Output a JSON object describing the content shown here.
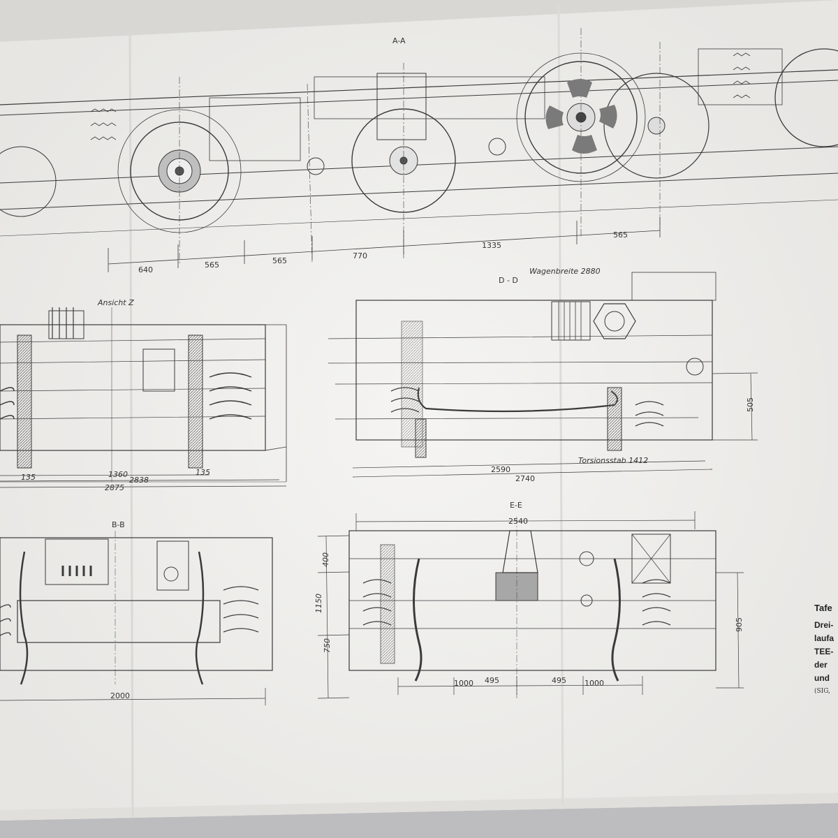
{
  "colors": {
    "paper": "#f2f1ef",
    "paper_shadow": "#e4e3e1",
    "ink": "#3a3a3a",
    "hatch": "#7b7b7b",
    "background": "#bdbdbf"
  },
  "sections": {
    "aa": "A-A",
    "dd": "D - D",
    "ee": "E-E",
    "bb": "B-B",
    "ansicht": "Ansicht Z"
  },
  "labels": {
    "wagenbreite": "Wagenbreite 2880",
    "torsion": "Torsionsstab 1412"
  },
  "dims": {
    "top": [
      "640",
      "565",
      "565",
      "770",
      "1335",
      "565"
    ],
    "left_mid": [
      "135",
      "1360",
      "135",
      "2838",
      "2875"
    ],
    "mid_right": [
      "2590",
      "2740"
    ],
    "vert_505": "505",
    "bottom_left": "2000",
    "bottom_right_top": "2540",
    "bottom_right_row": [
      "1000",
      "495",
      "495",
      "1000"
    ],
    "bottom_vert_left": [
      "400",
      "1150",
      "750"
    ],
    "bottom_vert_right": "905"
  },
  "caption": {
    "title": "Tafe",
    "lines": [
      "Drei-",
      "laufa",
      "TEE-",
      "der",
      "und"
    ],
    "source": "(SIG,"
  }
}
